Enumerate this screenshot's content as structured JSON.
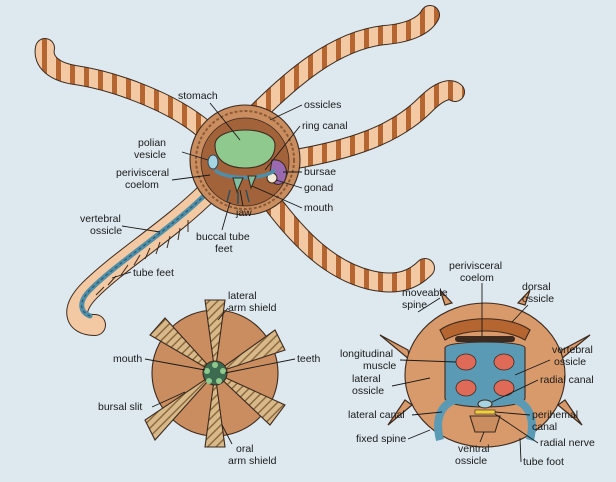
{
  "colors": {
    "background": "#dde9ef",
    "arm_light": "#f2c9a2",
    "arm_band": "#b5652f",
    "disc": "#c98d5f",
    "coelom": "#a3633a",
    "stomach": "#8fc98d",
    "water_vascular": "#5a9ab5",
    "bursae": "#9a6ab0",
    "gonad": "#f2ead8",
    "oral_plates": "#d7b98a",
    "section_body": "#d89a6a",
    "section_canal": "#a6d4e0"
  },
  "labels": {
    "stomach": "stomach",
    "ossicles": "ossicles",
    "ring_canal": "ring canal",
    "polian_vesicle": [
      "polian",
      "vesicle"
    ],
    "perivisceral_coelom_top": [
      "perivisceral",
      "coelom"
    ],
    "bursae": "bursae",
    "gonad": "gonad",
    "mouth_top": "mouth",
    "jaw": "jaw",
    "vertebral_ossicle_top": [
      "vertebral",
      "ossicle"
    ],
    "buccal_tube_feet": [
      "buccal tube",
      "feet"
    ],
    "tube_feet_top": "tube feet",
    "lateral_arm_shield": [
      "lateral",
      "arm shield"
    ],
    "mouth_oral": "mouth",
    "teeth": "teeth",
    "bursal_slit": "bursal slit",
    "oral_arm_shield": [
      "oral",
      "arm shield"
    ],
    "perivisceral_coelom_section": [
      "perivisceral",
      "coelom"
    ],
    "moveable_spine": [
      "moveable",
      "spine"
    ],
    "dorsal_ossicle": [
      "dorsal",
      "ossicle"
    ],
    "longitudinal_muscle": [
      "longitudinal",
      "muscle"
    ],
    "vertebral_ossicle_section": [
      "vertebral",
      "ossicle"
    ],
    "lateral_ossicle": [
      "lateral",
      "ossicle"
    ],
    "radial_canal": "radial canal",
    "lateral_canal": "lateral canal",
    "perihemal_canal": [
      "perihemal",
      "canal"
    ],
    "fixed_spine": "fixed spine",
    "radial_nerve": "radial nerve",
    "ventral_ossicle": [
      "ventral",
      "ossicle"
    ],
    "tube_foot": "tube foot"
  }
}
